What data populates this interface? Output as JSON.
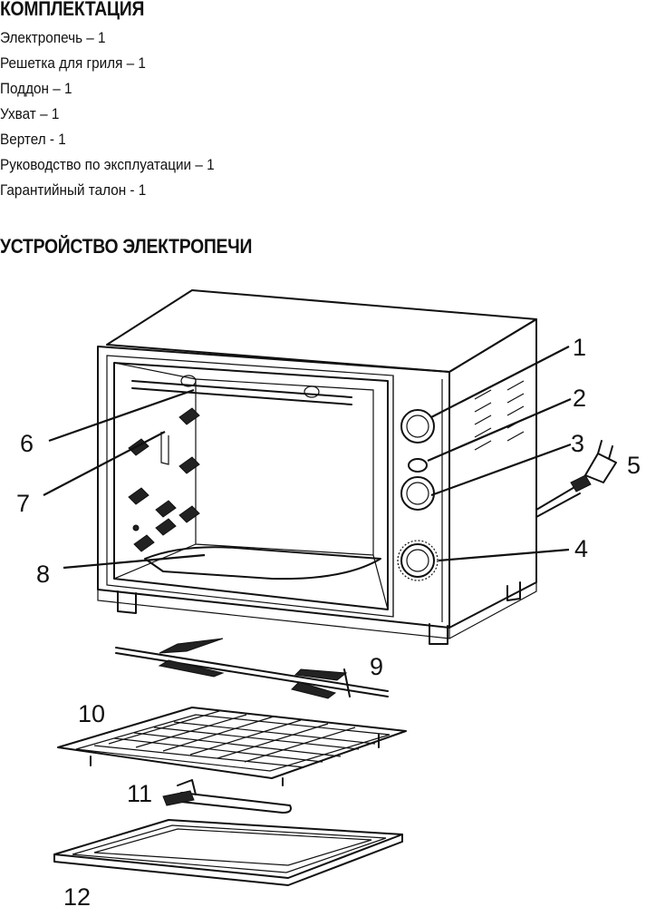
{
  "kit": {
    "title": "КОМПЛЕКТАЦИЯ",
    "items": [
      "Электропечь – 1",
      "Решетка для гриля – 1",
      "Поддон – 1",
      "Ухват – 1",
      "Вертел - 1",
      "Руководство по эксплуатации – 1",
      "Гарантийный талон - 1"
    ]
  },
  "device": {
    "title": "УСТРОЙСТВО ЭЛЕКТРОПЕЧИ",
    "callouts": [
      "1",
      "2",
      "3",
      "4",
      "5",
      "6",
      "7",
      "8",
      "9",
      "10",
      "11",
      "12"
    ]
  }
}
